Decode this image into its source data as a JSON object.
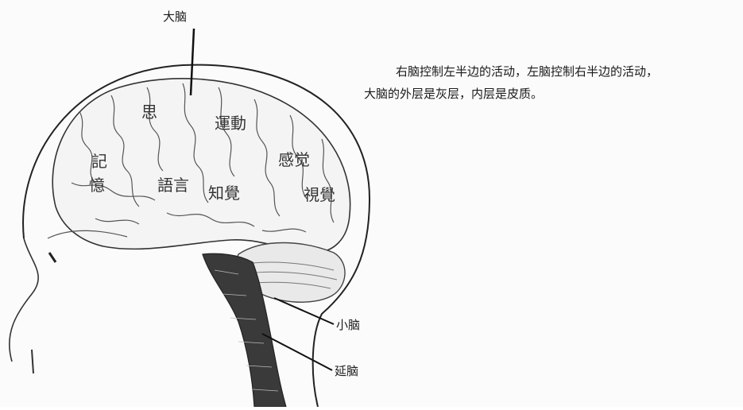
{
  "labels": {
    "cerebrum": "大脑",
    "cerebellum": "小脑",
    "medulla": "延脑"
  },
  "caption": {
    "line1": "右脑控制左半边的活动，左脑控制右半边的活动，",
    "line2": "大脑的外层是灰层，内层是皮质。"
  },
  "brain_regions": {
    "region1": "思",
    "region2": "運動",
    "region3": "記",
    "region4": "憶",
    "region5": "感觉",
    "region6": "語言",
    "region7": "知覺",
    "region8": "視覺"
  }
}
